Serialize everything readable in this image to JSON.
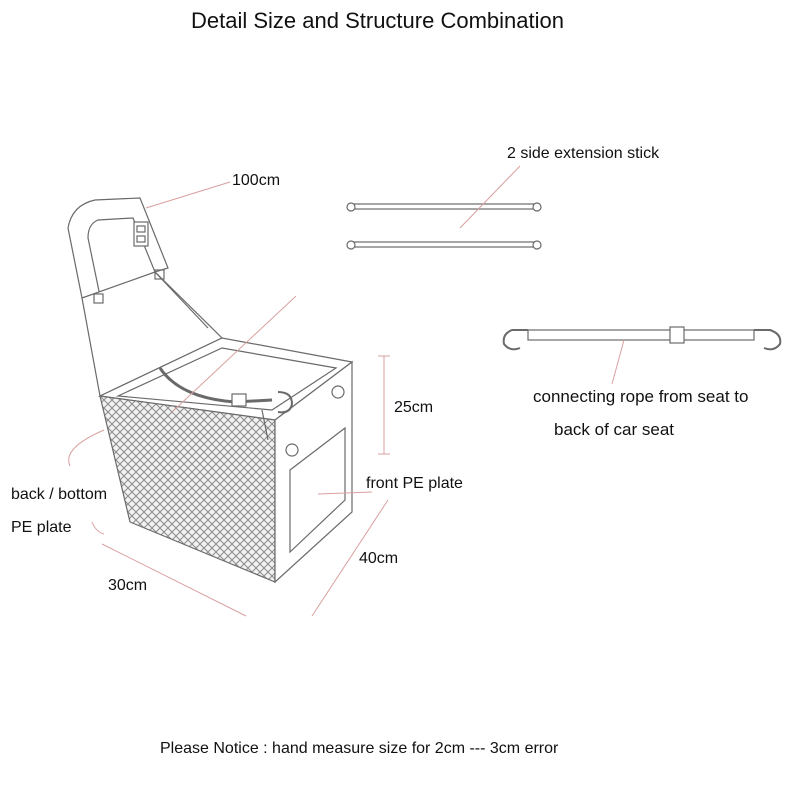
{
  "title": "Detail Size and Structure Combination",
  "labels": {
    "length_strap": "100cm",
    "extension_stick": "2 side extension stick",
    "height": "25cm",
    "connecting_rope_line1": "connecting rope from seat to",
    "connecting_rope_line2": "back of car seat",
    "back_bottom_line1": "back / bottom",
    "back_bottom_line2": "PE plate",
    "front_plate": "front PE plate",
    "depth": "40cm",
    "width": "30cm"
  },
  "notice": "Please Notice : hand measure size for 2cm --- 3cm error",
  "colors": {
    "outline": "#6a6a6a",
    "leader": "#d9a0a0",
    "text": "#111111"
  }
}
